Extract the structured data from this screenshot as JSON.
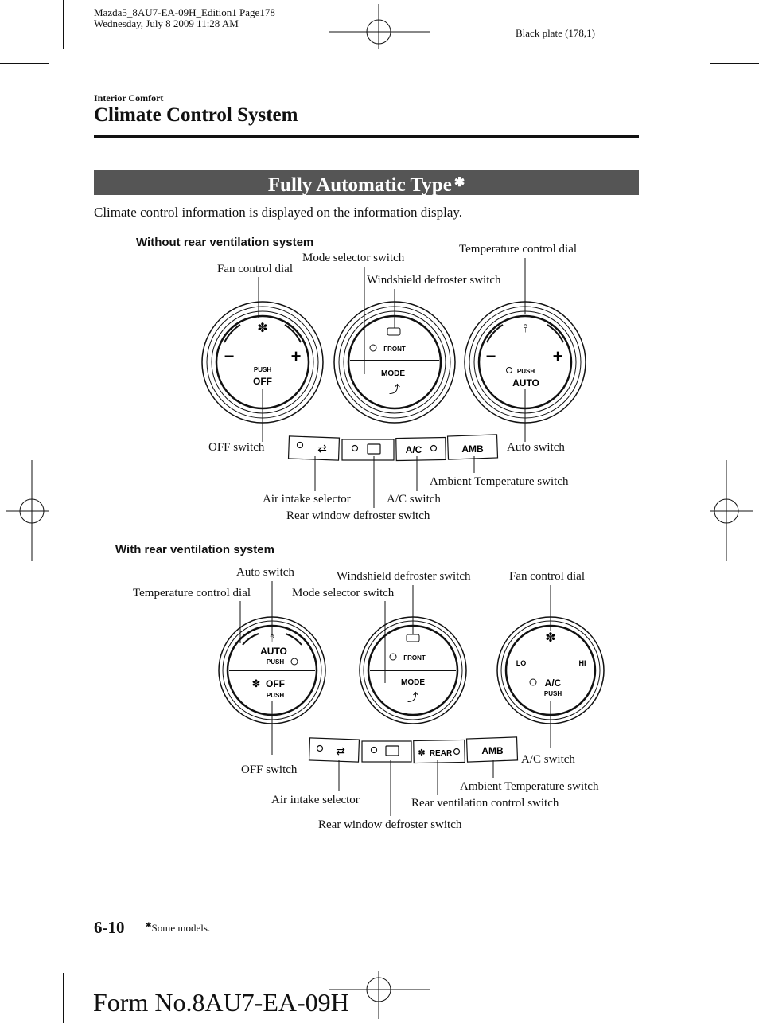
{
  "print_header": {
    "line1": "Mazda5_8AU7-EA-09H_Edition1 Page178",
    "line2": "Wednesday, July 8 2009 11:28 AM",
    "plate": "Black plate (178,1)"
  },
  "section": {
    "category": "Interior Comfort",
    "title": "Climate Control System"
  },
  "banner": {
    "title": "Fully Automatic Type",
    "asterisk": "✱"
  },
  "intro": "Climate control information is displayed on the information display.",
  "figure1": {
    "subtitle": "Without rear ventilation system",
    "labels": {
      "fan_control_dial": "Fan control dial",
      "mode_selector_switch": "Mode selector switch",
      "temperature_control_dial": "Temperature control dial",
      "windshield_defroster_switch": "Windshield defroster switch",
      "off_switch": "OFF switch",
      "auto_switch": "Auto switch",
      "ambient_temperature_switch": "Ambient Temperature switch",
      "air_intake_selector": "Air intake selector",
      "ac_switch": "A/C switch",
      "rear_window_defroster_switch": "Rear window defroster switch"
    },
    "panel": {
      "fan_push": "PUSH",
      "fan_off": "OFF",
      "minus": "−",
      "plus": "+",
      "front": "FRONT",
      "mode": "MODE",
      "temp_push": "PUSH",
      "temp_auto": "AUTO",
      "ac": "A/C",
      "amb": "AMB"
    }
  },
  "figure2": {
    "subtitle": "With rear ventilation system",
    "labels": {
      "auto_switch": "Auto switch",
      "windshield_defroster_switch": "Windshield defroster switch",
      "fan_control_dial": "Fan control dial",
      "temperature_control_dial": "Temperature control dial",
      "mode_selector_switch": "Mode selector switch",
      "ac_switch": "A/C switch",
      "off_switch": "OFF switch",
      "ambient_temperature_switch": "Ambient Temperature switch",
      "air_intake_selector": "Air intake selector",
      "rear_ventilation_control_switch": "Rear ventilation control switch",
      "rear_window_defroster_switch": "Rear window defroster switch"
    },
    "panel": {
      "auto": "AUTO",
      "push_top": "PUSH",
      "off": "OFF",
      "push_bottom": "PUSH",
      "front": "FRONT",
      "mode": "MODE",
      "lo": "LO",
      "hi": "HI",
      "ac": "A/C",
      "ac_push": "PUSH",
      "rear": "REAR",
      "amb": "AMB"
    }
  },
  "footer": {
    "page_number": "6-10",
    "footnote_mark": "✱",
    "footnote": "Some models.",
    "form_number": "Form No.8AU7-EA-09H"
  }
}
